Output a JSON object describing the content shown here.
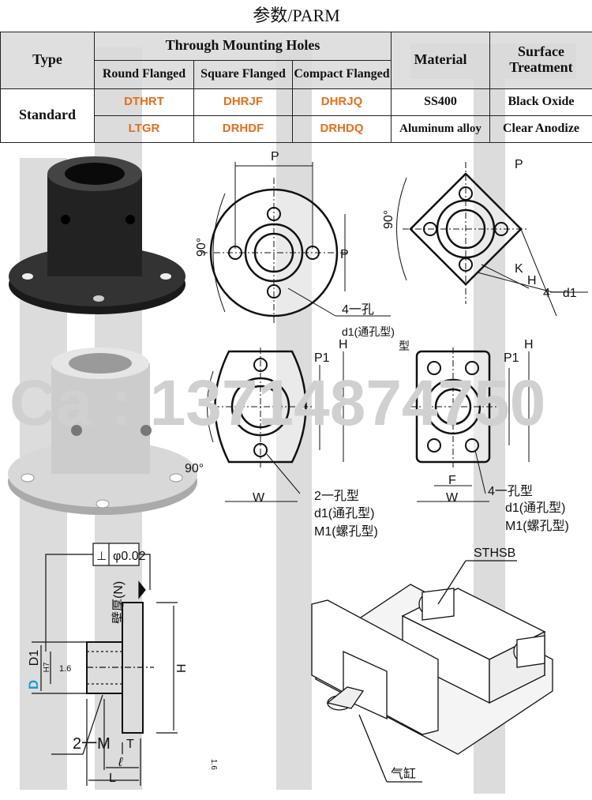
{
  "title": "参数/PARM",
  "table": {
    "headers": {
      "type": "Type",
      "through": "Through Mounting Holes",
      "round": "Round Flanged",
      "square": "Square Flanged",
      "compact": "Compact Flanged",
      "material": "Material",
      "surface": "Surface Treatment"
    },
    "rows": [
      {
        "type": "Standard",
        "round": "DTHRT",
        "square": "DHRJF",
        "compact": "DHRJQ",
        "material": "SS400",
        "surface": "Black Oxide"
      },
      {
        "round": "LTGR",
        "square": "DRHDF",
        "compact": "DRHDQ",
        "material": "Aluminum alloy",
        "surface": "Clear Anodize"
      }
    ],
    "code_color": "#e0701e"
  },
  "watermark": "Ca  : 13714874750",
  "drawings": {
    "round": {
      "p_top": "P",
      "p_side": "P",
      "angle": "90°",
      "holes": "4一孔",
      "hole_type": "d1(通孔型)"
    },
    "square": {
      "p": "P",
      "angle": "90°",
      "h": "H",
      "k": "K",
      "holes": "4一d1",
      "extra": "型"
    },
    "compact_round": {
      "angle": "90°",
      "p1": "P1",
      "h": "H",
      "w": "W",
      "holes": "2一孔型",
      "d1": "d1(通孔型)",
      "m1": "M1(螺孔型)"
    },
    "compact_square": {
      "p1": "P1",
      "h": "H",
      "f": "F",
      "w": "W",
      "holes": "4一孔型",
      "d1": "d1(通孔型)",
      "m1": "M1(螺孔型)"
    },
    "side": {
      "perp": "⊥",
      "tol": "φ0.02",
      "wall": "壁厚(N)",
      "d1": "D1",
      "d": "D",
      "h7": "H7",
      "rough1": "1.6",
      "rough2": "1.6",
      "h": "H",
      "m": "2一M",
      "t": "T",
      "l_small": "ℓ",
      "l": "L"
    },
    "assembly": {
      "sthsb": "STHSB",
      "cylinder": "气缸"
    }
  }
}
